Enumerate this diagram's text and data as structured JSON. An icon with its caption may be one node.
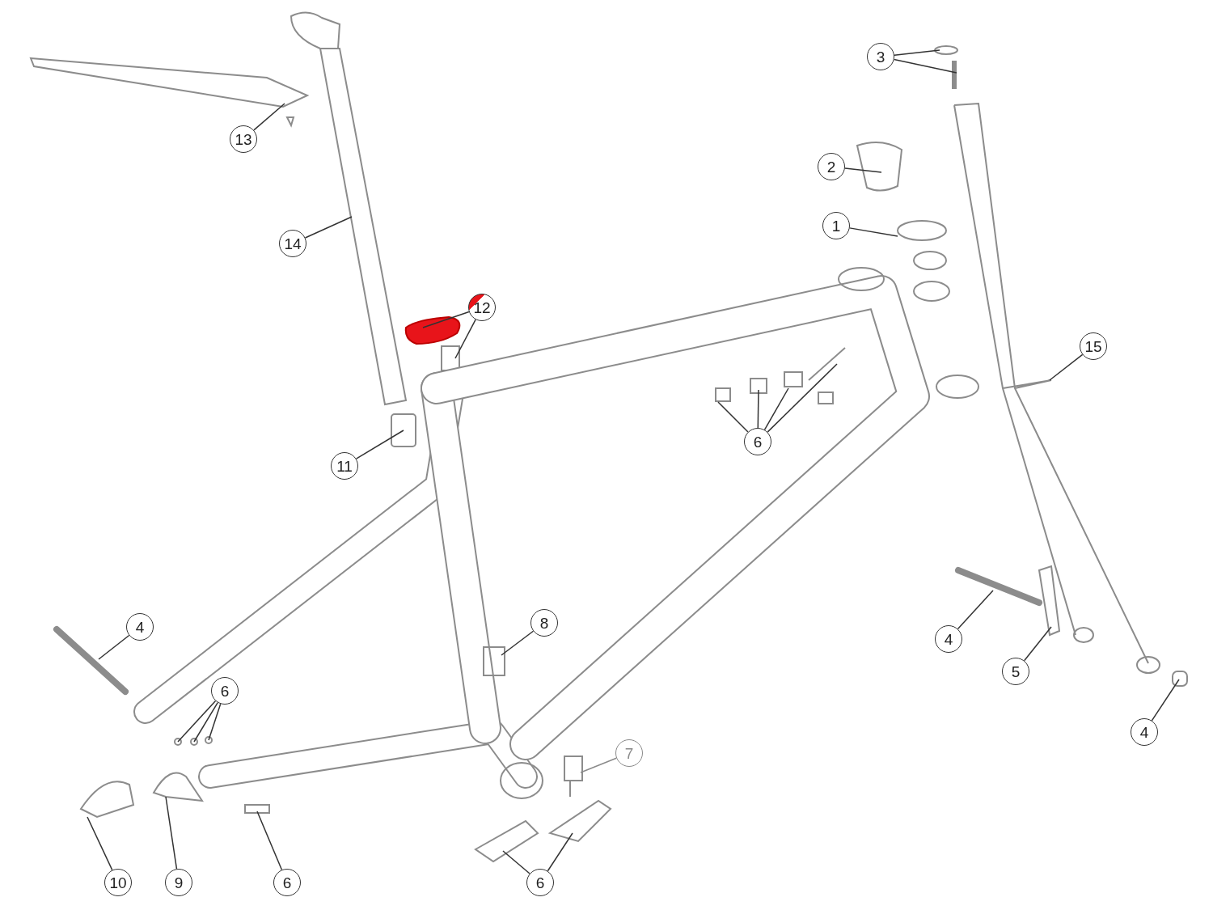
{
  "diagram": {
    "nodes": [
      {
        "text": [
          "3"
        ]
      },
      {
        "text": [
          "13"
        ]
      },
      {
        "text": [
          "2"
        ]
      },
      {
        "text": [
          "1"
        ]
      },
      {
        "text": [
          "14"
        ]
      },
      {
        "text": [
          "12"
        ]
      },
      {
        "text": [
          "15"
        ]
      },
      {
        "text": [
          "6"
        ]
      },
      {
        "text": [
          "11"
        ]
      },
      {
        "text": [
          "4"
        ]
      },
      {
        "text": [
          "8"
        ]
      },
      {
        "text": [
          "4"
        ]
      },
      {
        "text": [
          "5"
        ]
      },
      {
        "text": [
          "6"
        ]
      },
      {
        "text": [
          "4"
        ]
      },
      {
        "text": [
          "7"
        ]
      },
      {
        "text": [
          "10"
        ]
      },
      {
        "text": [
          "9"
        ]
      },
      {
        "text": [
          "6"
        ]
      },
      {
        "text": [
          "6"
        ]
      }
    ],
    "edges": [
      {
        "from": 0,
        "to": null,
        "arrow": "none"
      },
      {
        "from": 0,
        "to": null,
        "arrow": "none"
      },
      {
        "from": 1,
        "to": null,
        "arrow": "none"
      },
      {
        "from": 2,
        "to": null,
        "arrow": "none"
      },
      {
        "from": 3,
        "to": null,
        "arrow": "none"
      },
      {
        "from": 4,
        "to": null,
        "arrow": "none"
      },
      {
        "from": 5,
        "to": null,
        "arrow": "none"
      },
      {
        "from": 5,
        "to": null,
        "arrow": "none"
      },
      {
        "from": 6,
        "to": null,
        "arrow": "none"
      },
      {
        "from": 7,
        "to": null,
        "arrow": "none"
      },
      {
        "from": 7,
        "to": null,
        "arrow": "none"
      },
      {
        "from": 7,
        "to": null,
        "arrow": "none"
      },
      {
        "from": 7,
        "to": null,
        "arrow": "none"
      },
      {
        "from": 8,
        "to": null,
        "arrow": "none"
      },
      {
        "from": 9,
        "to": null,
        "arrow": "none"
      },
      {
        "from": 10,
        "to": null,
        "arrow": "none"
      },
      {
        "from": 11,
        "to": null,
        "arrow": "none"
      },
      {
        "from": 12,
        "to": null,
        "arrow": "none"
      },
      {
        "from": 13,
        "to": null,
        "arrow": "none"
      },
      {
        "from": 13,
        "to": null,
        "arrow": "none"
      },
      {
        "from": 13,
        "to": null,
        "arrow": "none"
      },
      {
        "from": 14,
        "to": null,
        "arrow": "none"
      },
      {
        "from": 15,
        "to": null,
        "arrow": "none",
        "color": "#8a8a8a"
      },
      {
        "from": 16,
        "to": null,
        "arrow": "none"
      },
      {
        "from": 17,
        "to": null,
        "arrow": "none"
      },
      {
        "from": 18,
        "to": null,
        "arrow": "none"
      },
      {
        "from": 19,
        "to": null,
        "arrow": "none"
      },
      {
        "from": 19,
        "to": null,
        "arrow": "none"
      }
    ]
  }
}
